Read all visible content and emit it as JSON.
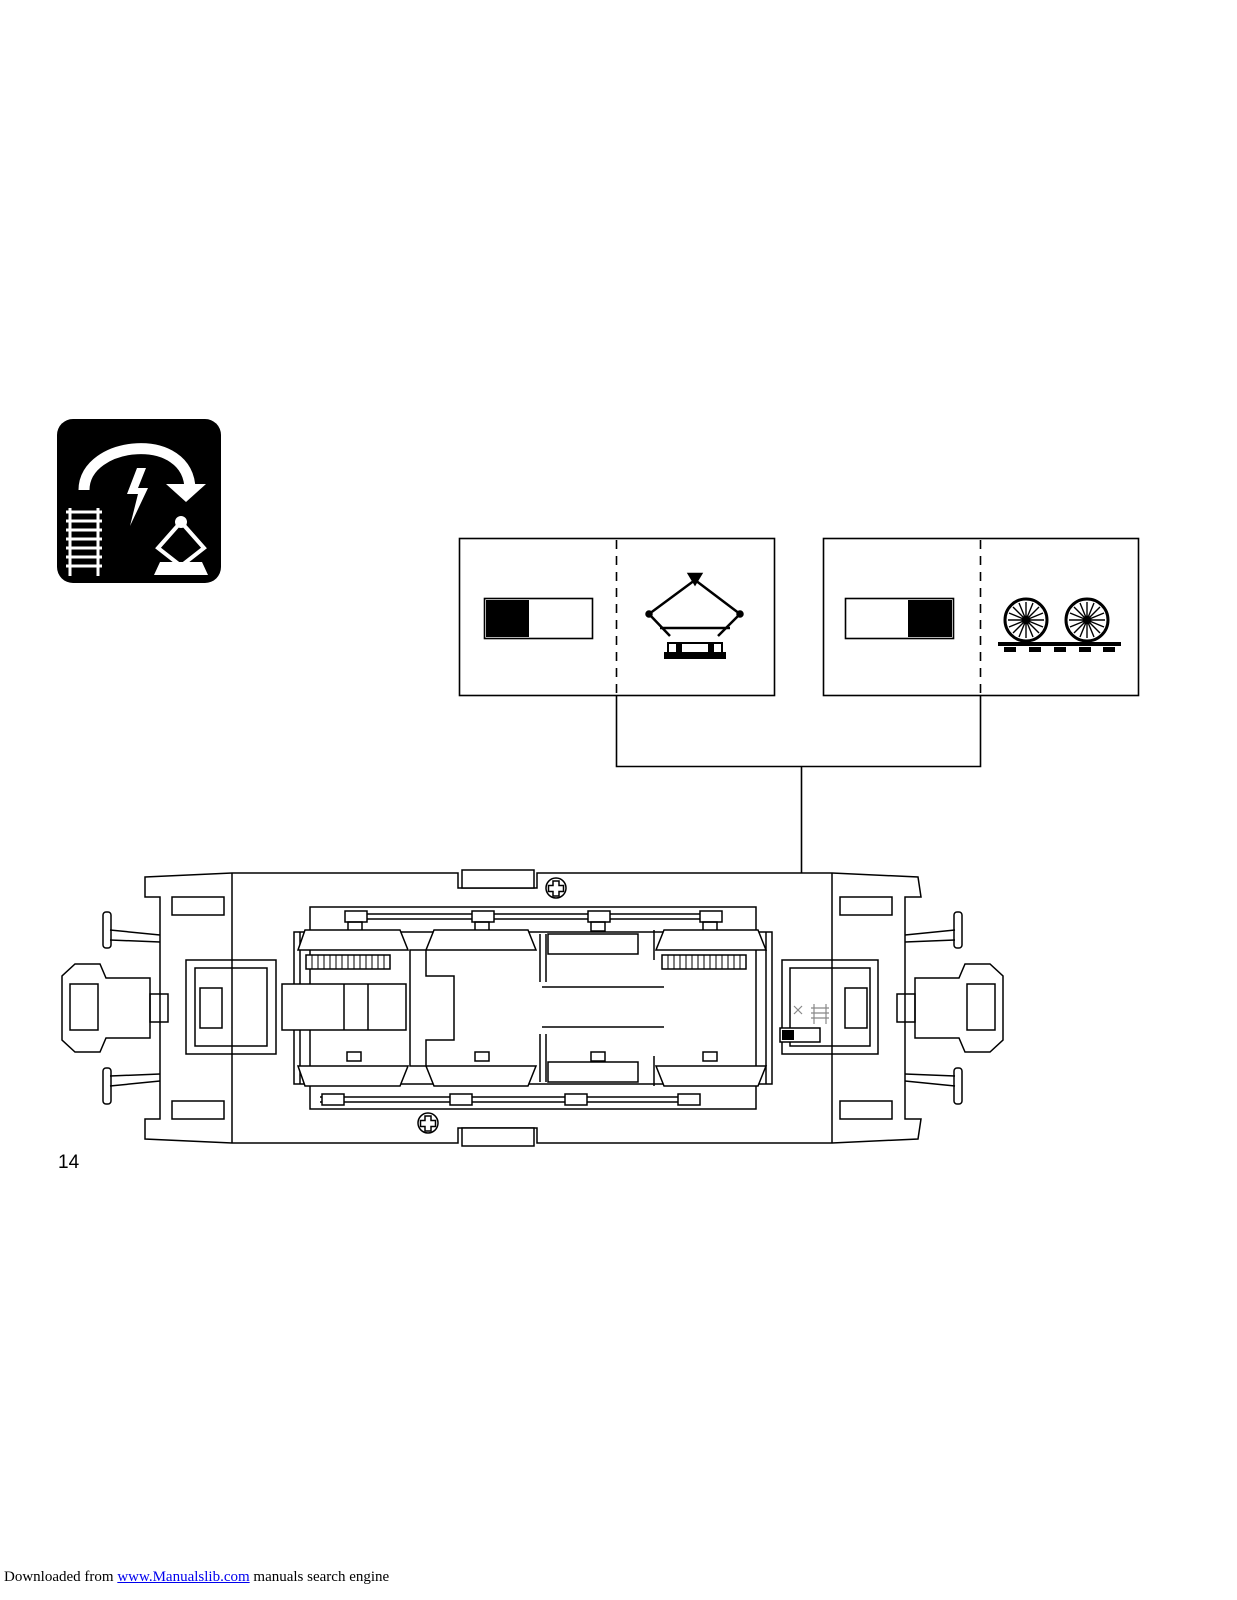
{
  "page": {
    "page_number": "14"
  },
  "icons": {
    "mode_icon": "track-to-catenary-power-switch-icon",
    "catenary_icon": "pantograph-icon",
    "track_icon": "locomotive-wheels-on-track-icon",
    "switch_left_icon": "switch-position-left-icon",
    "switch_right_icon": "switch-position-right-icon",
    "locomotive": "locomotive-underside-drawing",
    "screw_icon": "screw-icon"
  },
  "footer": {
    "prefix": "Downloaded from ",
    "link_text": "www.Manualslib.com",
    "suffix": "  manuals search engine"
  },
  "colors": {
    "ink": "#000000",
    "link": "#0000ee"
  }
}
